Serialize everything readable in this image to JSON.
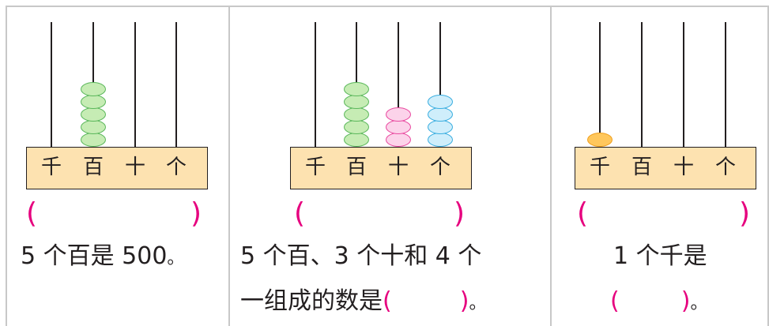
{
  "colors": {
    "frame": "#d0d0d0",
    "base_fill": "#fde2b0",
    "paren": "#e6007e",
    "bead_hundreds": "#c6ecb4",
    "bead_hundreds_border": "#5cb85c",
    "bead_tens": "#fcd3ea",
    "bead_tens_border": "#e94aa0",
    "bead_ones": "#cfeefb",
    "bead_ones_border": "#3aaee0",
    "bead_thousands": "#ffc75c",
    "bead_thousands_border": "#f0a01e"
  },
  "place_values": [
    "千",
    "百",
    "十",
    "个"
  ],
  "problems": [
    {
      "beads": {
        "thousands": 0,
        "hundreds": 5,
        "tens": 0,
        "ones": 0
      },
      "paren_left": "(",
      "paren_right": ")",
      "line1": "5 个百是 500",
      "line1_end": "。"
    },
    {
      "beads": {
        "thousands": 0,
        "hundreds": 5,
        "tens": 3,
        "ones": 4
      },
      "paren_left": "(",
      "paren_right": ")",
      "line1": "5 个百、3 个十和 4 个",
      "line2_prefix": "一组成的数是",
      "line2_paren_open": "(",
      "line2_paren_close": ")",
      "line2_end": "。"
    },
    {
      "beads": {
        "thousands": 1,
        "hundreds": 0,
        "tens": 0,
        "ones": 0
      },
      "paren_left": "(",
      "paren_right": ")",
      "line1": "1 个千是",
      "line2_paren_open": "(",
      "line2_paren_close": ")",
      "line2_end": "。"
    }
  ]
}
